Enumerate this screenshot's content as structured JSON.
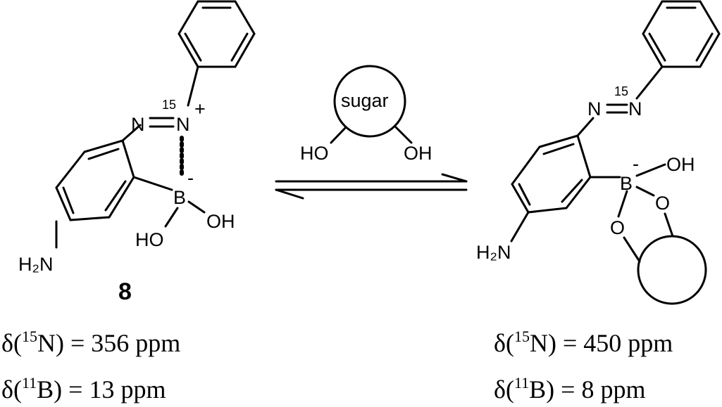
{
  "compound_label": "8",
  "reagent": {
    "ring_label": "sugar",
    "left_oh": "HO",
    "right_oh": "OH"
  },
  "left": {
    "amine": "H₂N",
    "n_azo": "N",
    "n_isotope": "N",
    "isotope_mass": "15",
    "charge_plus": "+",
    "boron": "B",
    "charge_minus": "-",
    "oh_right": "OH",
    "oh_left": "HO",
    "nmr_n_prefix": "δ(",
    "nmr_n_mass": "15",
    "nmr_n_rest": "N) = 356 ppm",
    "nmr_b_prefix": "δ(",
    "nmr_b_mass": "11",
    "nmr_b_rest": "B) = 13 ppm"
  },
  "right": {
    "amine": "H₂N",
    "n_azo": "N",
    "n_isotope": "N",
    "isotope_mass": "15",
    "boron": "B",
    "charge_minus": "-",
    "oh": "OH",
    "o_upper": "O",
    "o_lower": "O",
    "nmr_n_prefix": "δ(",
    "nmr_n_mass": "15",
    "nmr_n_rest": "N) = 450 ppm",
    "nmr_b_prefix": "δ(",
    "nmr_b_mass": "11",
    "nmr_b_rest": "B) = 8 ppm"
  }
}
